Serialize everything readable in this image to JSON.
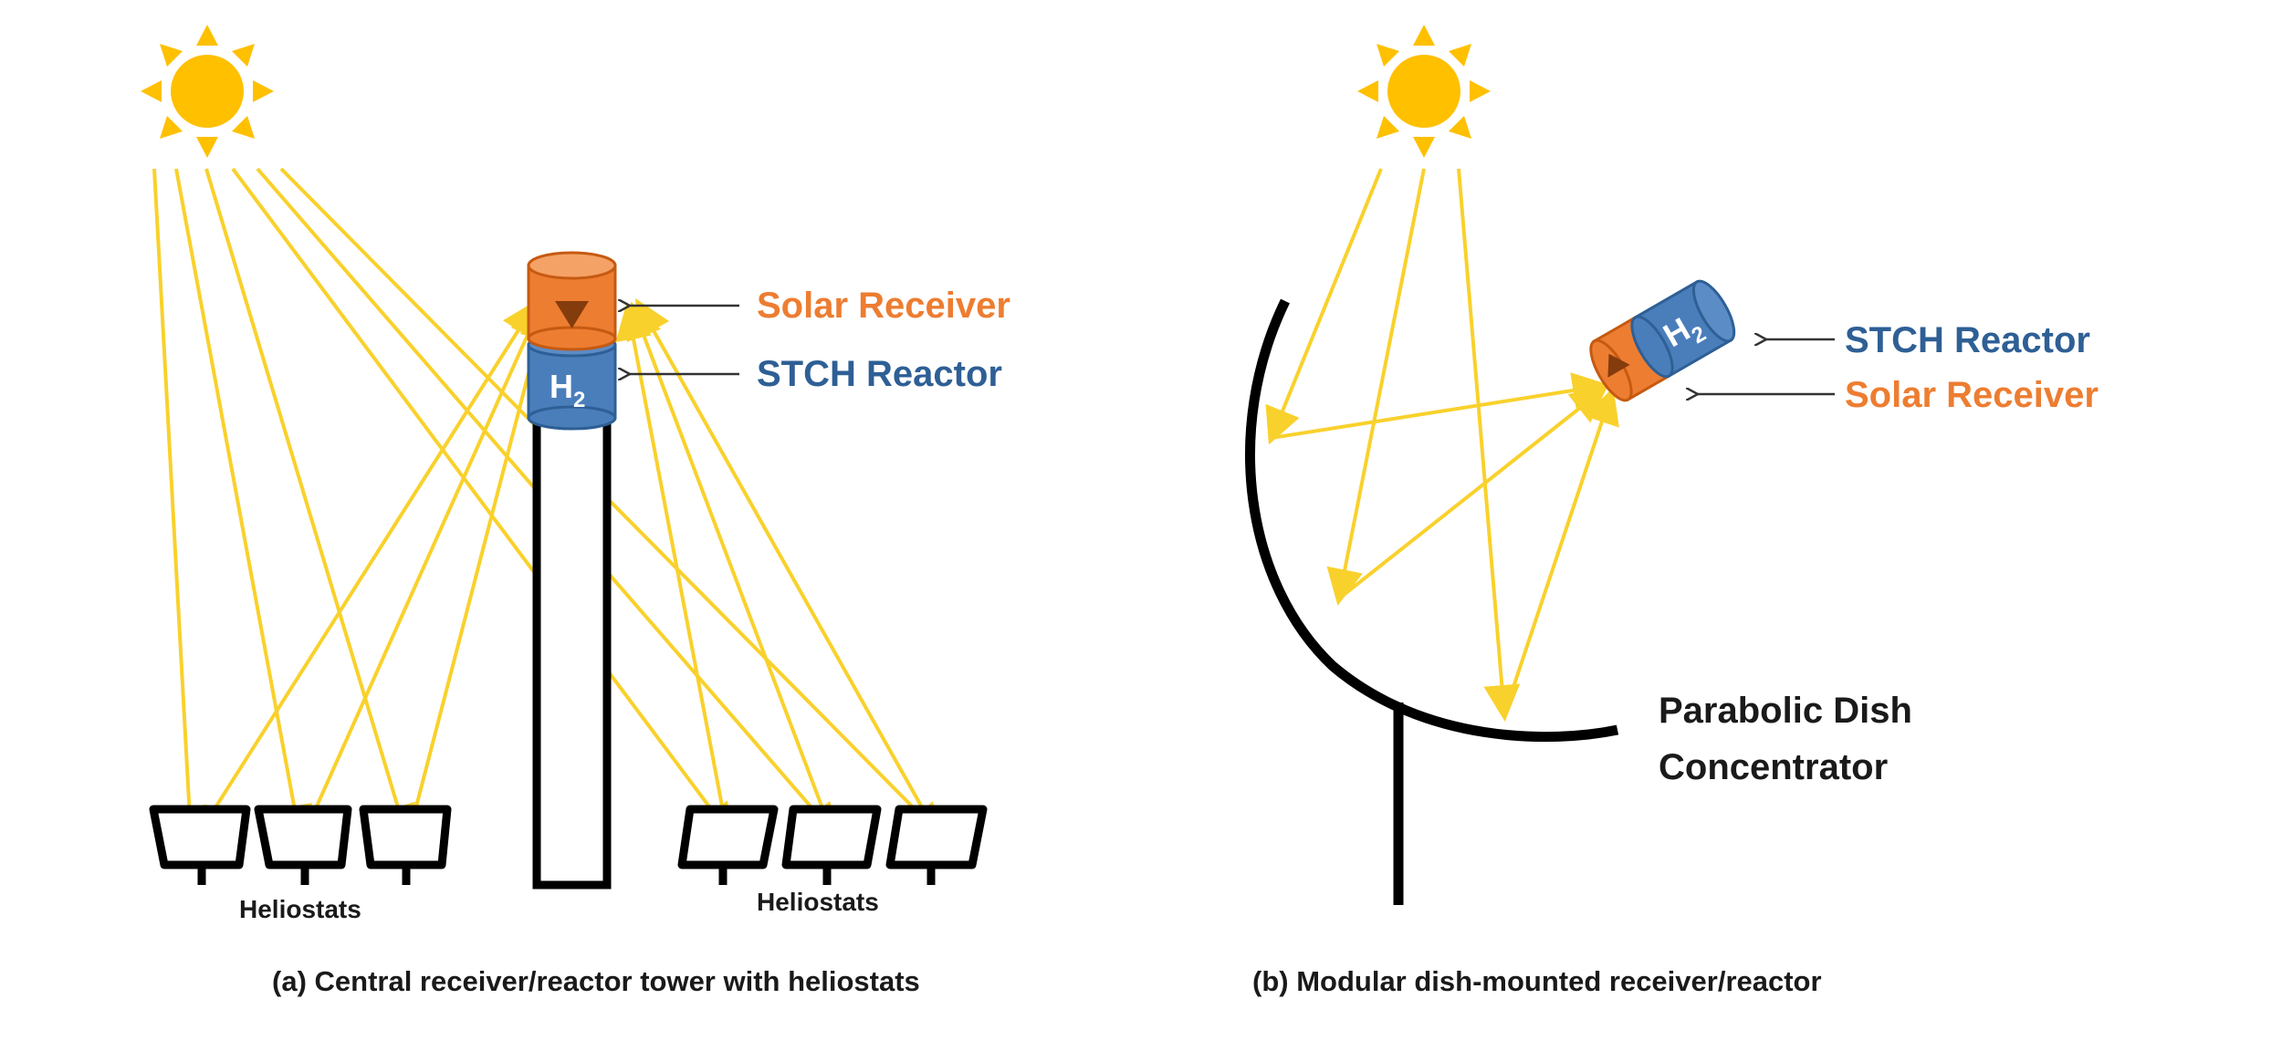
{
  "panel_a": {
    "receiver_label": "Solar Receiver",
    "reactor_label": "STCH Reactor",
    "h2_label": "H",
    "h2_subscript": "2",
    "heliostats_left_label": "Heliostats",
    "heliostats_right_label": "Heliostats",
    "caption": "(a) Central receiver/reactor tower with heliostats"
  },
  "panel_b": {
    "reactor_label": "STCH Reactor",
    "receiver_label": "Solar Receiver",
    "h2_label": "H",
    "h2_subscript": "2",
    "dish_label_line1": "Parabolic Dish",
    "dish_label_line2": "Concentrator",
    "caption": "(b) Modular dish-mounted receiver/reactor"
  },
  "colors": {
    "receiver_orange": "#ed7d31",
    "reactor_blue": "#4a7ebb",
    "ray_yellow": "#f9d12c",
    "sun_yellow": "#ffc000",
    "structure_black": "#000000"
  },
  "icons": [
    "sun-icon",
    "heliostat-icon",
    "tower-icon",
    "parabolic-dish-icon"
  ]
}
